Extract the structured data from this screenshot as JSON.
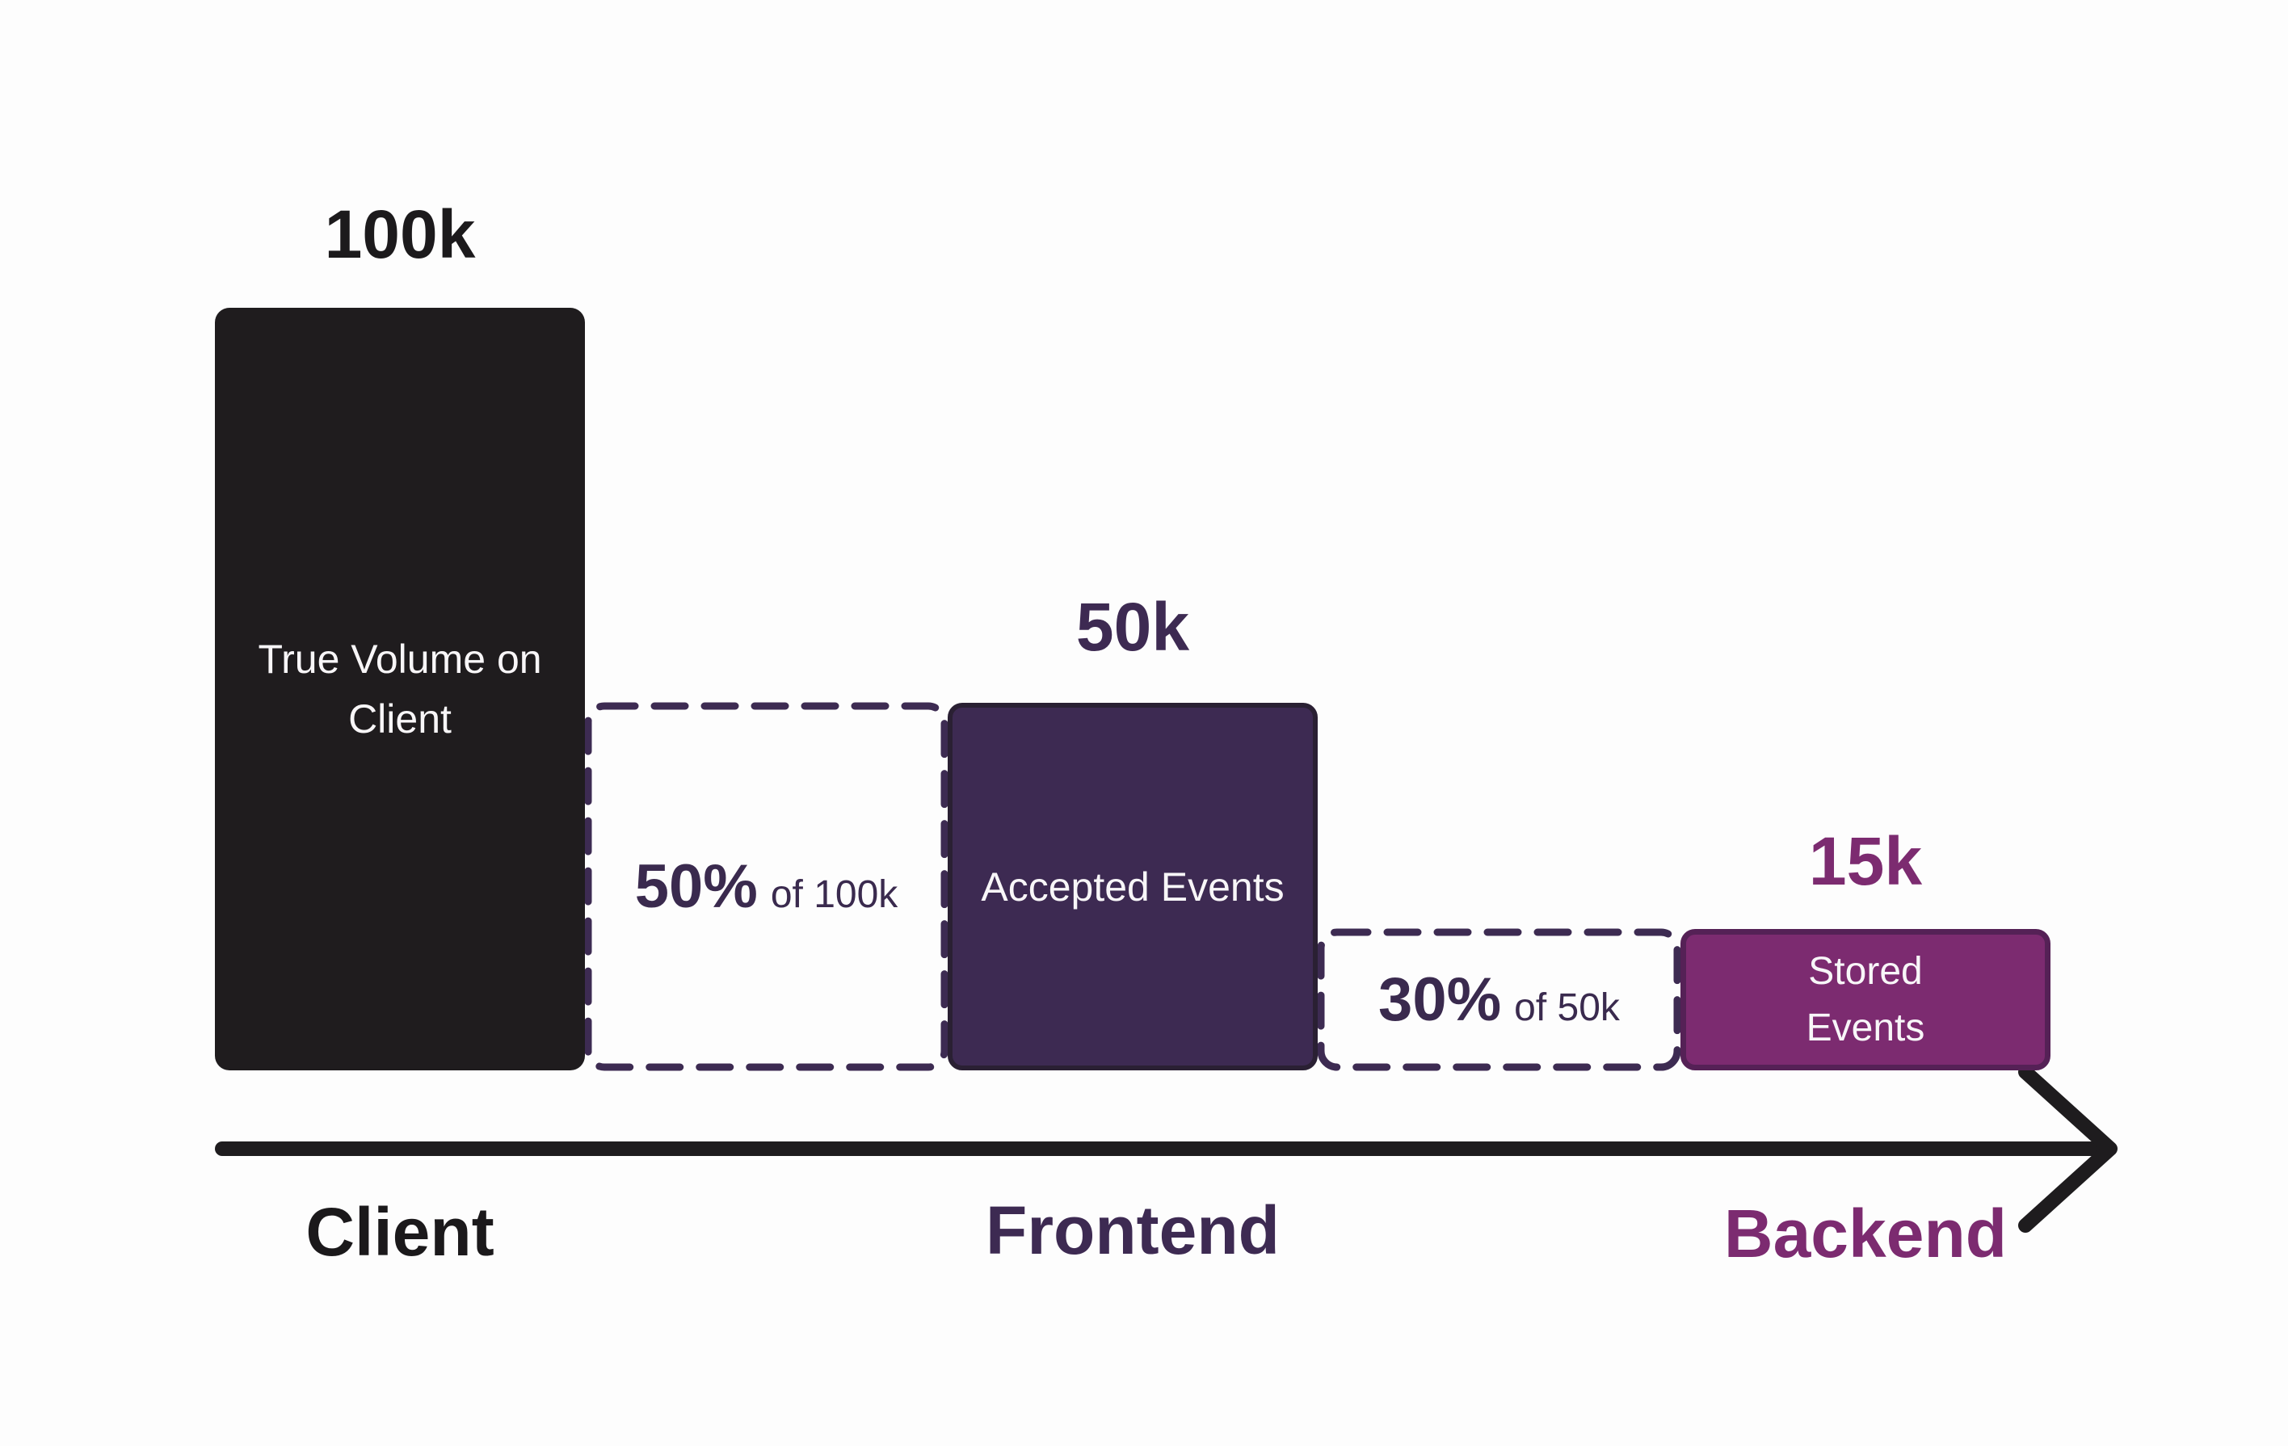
{
  "chart_data": {
    "type": "bar",
    "title": "",
    "description_visible_text_only": true,
    "categories": [
      "Client",
      "Frontend",
      "Backend"
    ],
    "values": [
      100000,
      50000,
      15000
    ],
    "bars": [
      {
        "stage": "Client",
        "value": 100000,
        "value_label": "100k",
        "bar_label": "True Volume on Client",
        "color": "#1f1c1e",
        "text_color": "#f8f6f8"
      },
      {
        "stage": "Frontend",
        "value": 50000,
        "value_label": "50k",
        "bar_label": "Accepted Events",
        "color": "#3d2a52",
        "text_color": "#f8f6f8"
      },
      {
        "stage": "Backend",
        "value": 15000,
        "value_label": "15k",
        "bar_label": "Stored Events",
        "color": "#7c2b70",
        "text_color": "#f8f6f8"
      }
    ],
    "drop_annotations": [
      {
        "pct": "50%",
        "of": "of 100k",
        "from_stage": "Client",
        "to_stage": "Frontend"
      },
      {
        "pct": "30%",
        "of": "of 50k",
        "from_stage": "Frontend",
        "to_stage": "Backend"
      }
    ],
    "x_axis": {
      "style": "arrow",
      "labels": [
        "Client",
        "Frontend",
        "Backend"
      ]
    },
    "legend": "none",
    "grid": "off",
    "colors": {
      "background": "#fdfdfd",
      "client_bar": "#1f1c1e",
      "frontend_bar": "#3d2a52",
      "frontend_bar_border": "#2a2033",
      "backend_bar": "#7c2b70",
      "backend_bar_border": "#552156",
      "dashed_border": "#3d2b52",
      "arrow": "#1e1c1e",
      "pct_text": "#3a2a4e"
    }
  }
}
